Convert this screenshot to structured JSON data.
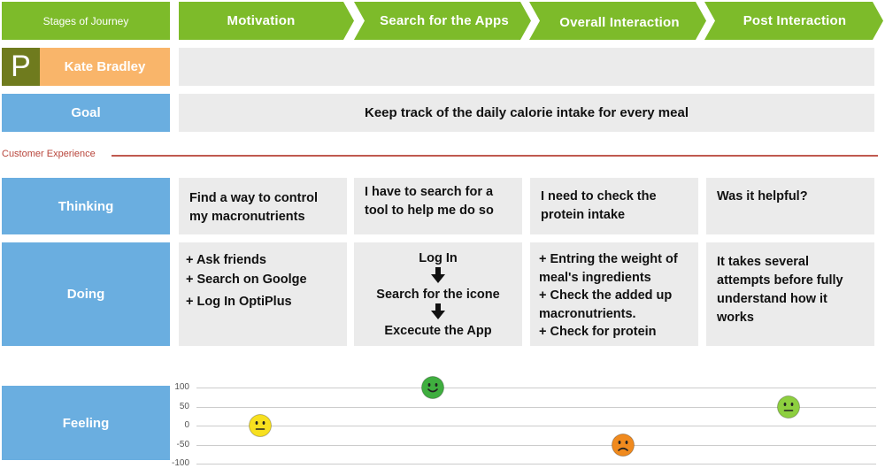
{
  "header": {
    "stages_label": "Stages of Journey",
    "stages": [
      "Motivation",
      "Search for the Apps",
      "Overall Interaction",
      "Post Interaction"
    ]
  },
  "persona": {
    "initial": "P",
    "name": "Kate Bradley"
  },
  "goal": {
    "label": "Goal",
    "text": "Keep track of the daily calorie intake for every meal"
  },
  "section_label": "Customer Experience",
  "thinking": {
    "label": "Thinking",
    "cells": [
      "Find a way to control my macronutrients",
      "I have to search for a tool to help me do so",
      "I need to check the protein intake",
      "Was it helpful?"
    ]
  },
  "doing": {
    "label": "Doing",
    "col1": [
      "+ Ask friends",
      "+ Search on Goolge",
      "+ Log In OptiPlus"
    ],
    "col2": [
      "Log In",
      "Search for the icone",
      "Excecute the App"
    ],
    "col3": [
      "+ Entring the weight of meal's ingredients",
      "+ Check the added up macronutrients.",
      "+ Check for protein"
    ],
    "col4": "It takes several attempts before fully understand how it works"
  },
  "feeling": {
    "label": "Feeling",
    "ticks": [
      "100",
      "50",
      "0",
      "-50",
      "-100"
    ]
  },
  "chart_data": {
    "type": "scatter",
    "categories": [
      "Motivation",
      "Search for the Apps",
      "Overall Interaction",
      "Post Interaction"
    ],
    "values": [
      0,
      100,
      -50,
      50
    ],
    "ylim": [
      -100,
      100
    ],
    "markers": [
      "neutral-face-yellow",
      "smile-face-green",
      "sad-face-orange",
      "neutral-face-lightgreen"
    ],
    "colors": [
      "#f7e01f",
      "#3fae3f",
      "#f08a1e",
      "#8dcf3f"
    ],
    "grid": true
  }
}
